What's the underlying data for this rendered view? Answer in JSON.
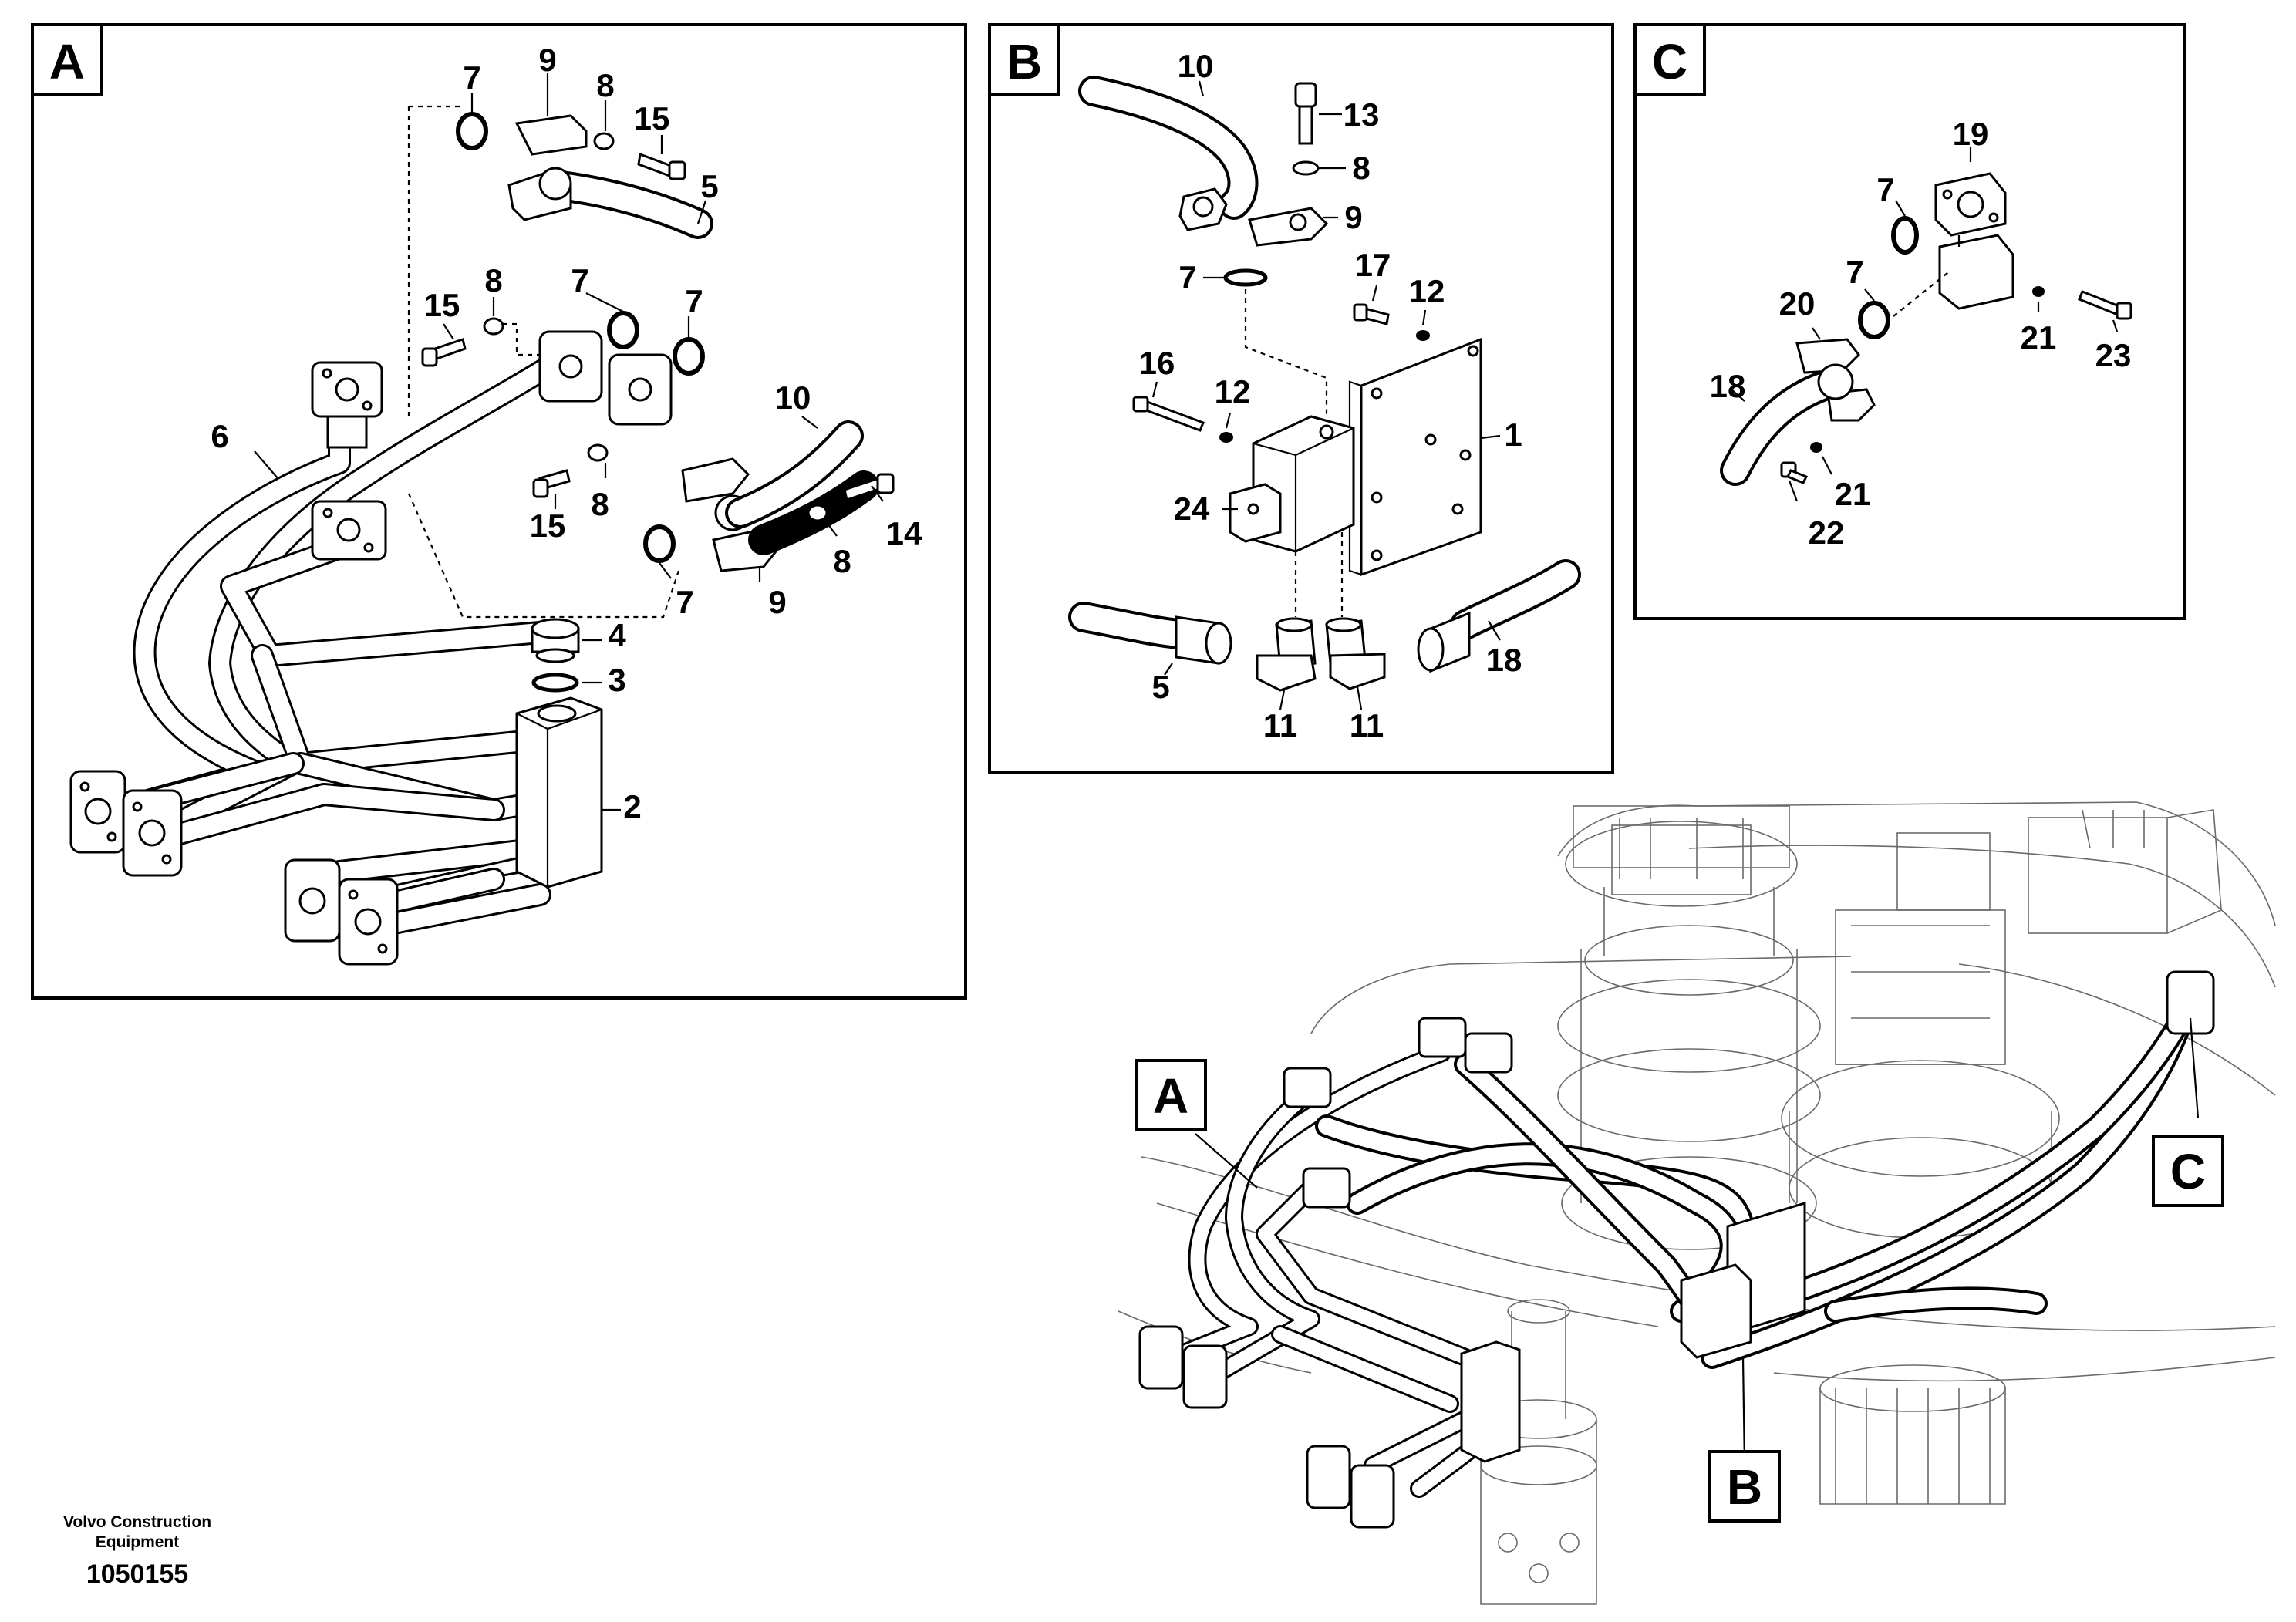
{
  "panels": [
    {
      "letter": "A"
    },
    {
      "letter": "B"
    },
    {
      "letter": "C"
    }
  ],
  "panel_a_labels": [
    "7",
    "9",
    "8",
    "15",
    "5",
    "15",
    "8",
    "7",
    "7",
    "6",
    "10",
    "15",
    "8",
    "14",
    "8",
    "9",
    "7",
    "4",
    "3",
    "2"
  ],
  "panel_b_labels": [
    "10",
    "13",
    "8",
    "9",
    "7",
    "17",
    "12",
    "16",
    "12",
    "1",
    "24",
    "5",
    "11",
    "11",
    "18"
  ],
  "panel_c_labels": [
    "19",
    "7",
    "7",
    "20",
    "21",
    "23",
    "18",
    "21",
    "22"
  ],
  "overview_callouts": [
    "A",
    "B",
    "C"
  ],
  "footer": {
    "brand_line1": "Volvo Construction",
    "brand_line2": "Equipment",
    "doc_number": "1050155"
  }
}
